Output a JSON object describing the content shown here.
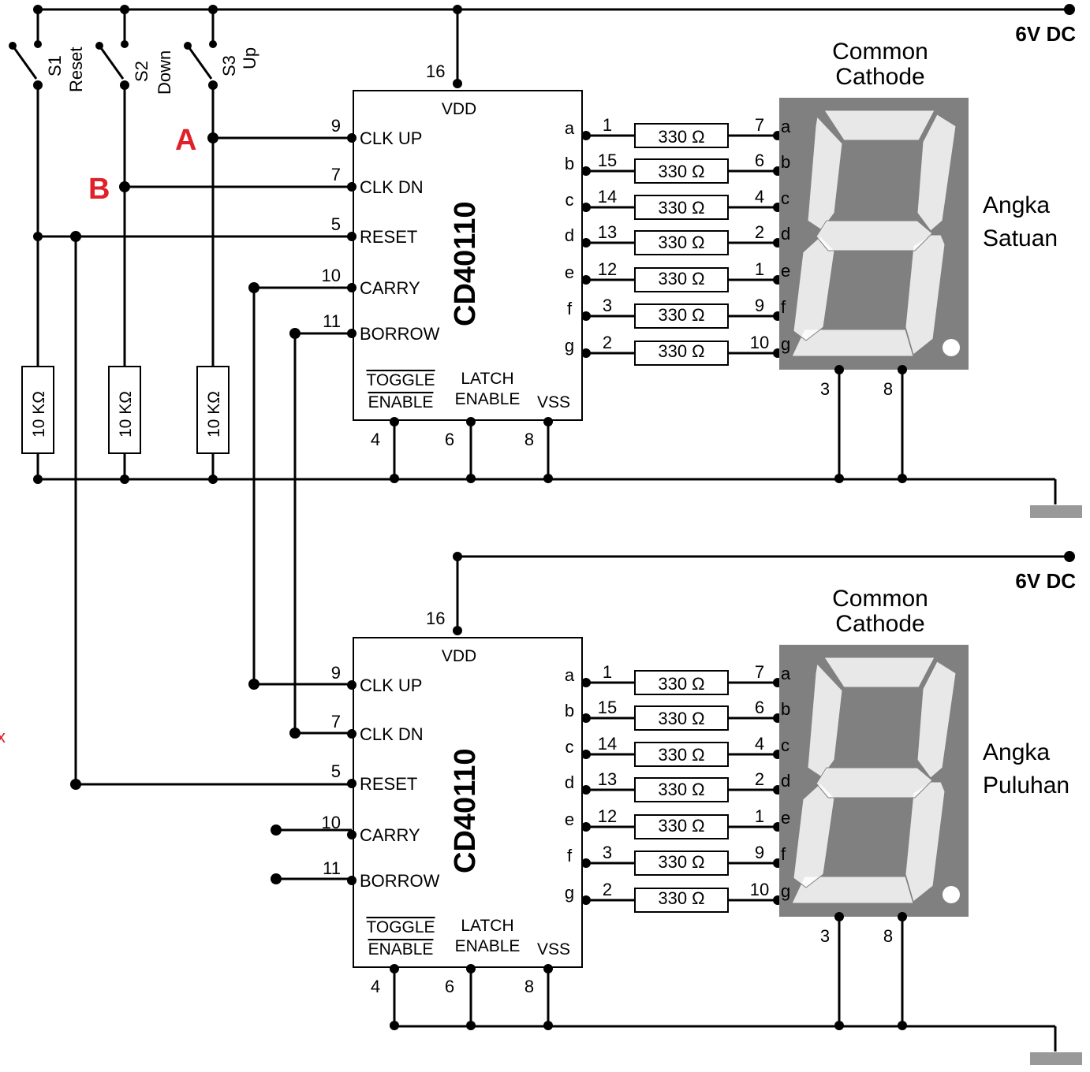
{
  "supply": {
    "label": "6V DC"
  },
  "switches": [
    {
      "name": "S1",
      "func": "Reset"
    },
    {
      "name": "S2",
      "func": "Down"
    },
    {
      "name": "S3",
      "func": "Up"
    }
  ],
  "nodes": {
    "a": "A",
    "b": "B"
  },
  "pulldown_resistor": "10 KΩ",
  "chip": {
    "name": "CD40110",
    "vdd": "VDD",
    "vdd_pin": "16",
    "vss": "VSS",
    "left_pins": [
      {
        "num": "9",
        "label": "CLK UP"
      },
      {
        "num": "7",
        "label": "CLK DN"
      },
      {
        "num": "5",
        "label": "RESET"
      },
      {
        "num": "10",
        "label": "CARRY"
      },
      {
        "num": "11",
        "label": "BORROW"
      }
    ],
    "right_pins": [
      {
        "letter": "a",
        "num": "1"
      },
      {
        "letter": "b",
        "num": "15"
      },
      {
        "letter": "c",
        "num": "14"
      },
      {
        "letter": "d",
        "num": "13"
      },
      {
        "letter": "e",
        "num": "12"
      },
      {
        "letter": "f",
        "num": "3"
      },
      {
        "letter": "g",
        "num": "2"
      }
    ],
    "toggle1": "TOGGLE",
    "toggle2": "ENABLE",
    "latch1": "LATCH",
    "latch2": "ENABLE",
    "bottom_pins": [
      "4",
      "6",
      "8"
    ]
  },
  "series_resistor": "330 Ω",
  "display": {
    "title1": "Common",
    "title2": "Cathode",
    "pins": [
      {
        "num": "7",
        "seg": "a"
      },
      {
        "num": "6",
        "seg": "b"
      },
      {
        "num": "4",
        "seg": "c"
      },
      {
        "num": "2",
        "seg": "d"
      },
      {
        "num": "1",
        "seg": "e"
      },
      {
        "num": "9",
        "seg": "f"
      },
      {
        "num": "10",
        "seg": "g"
      }
    ],
    "common_pins": [
      "3",
      "8"
    ]
  },
  "stage_labels": {
    "upper": [
      "Angka",
      "Satuan"
    ],
    "lower": [
      "Angka",
      "Puluhan"
    ]
  },
  "stray_mark": "x",
  "colors": {
    "node_label": "#e0202a",
    "display_body": "#808080",
    "ground_bar": "#999999"
  }
}
